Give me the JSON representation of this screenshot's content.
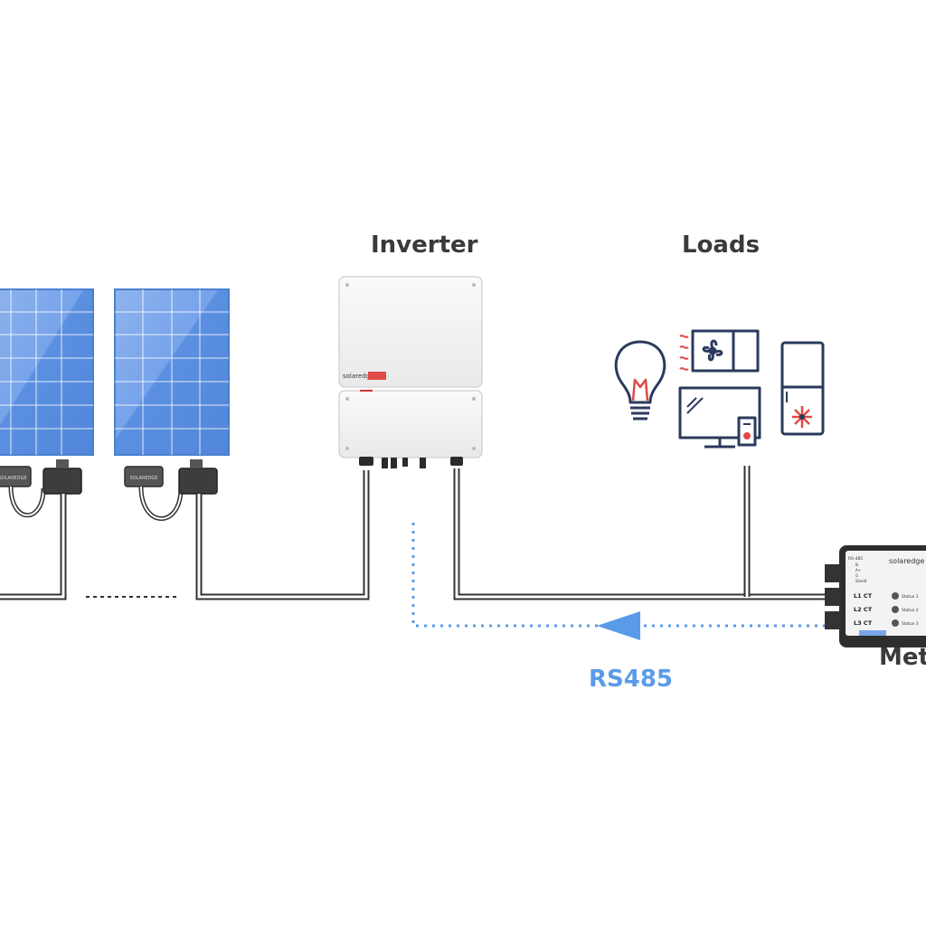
{
  "labels": {
    "inverter": "Inverter",
    "loads": "Loads",
    "rs485": "RS485",
    "meter": "Met"
  },
  "inverter": {
    "brand": "solaredge"
  },
  "optimizer": {
    "model": "SOLAREDGE"
  },
  "meter": {
    "brand": "solaredge",
    "port_label": "RS-485",
    "port_pins": [
      "B-",
      "A+",
      "G",
      "Shield"
    ],
    "ct_labels": [
      "L1 CT",
      "L2 CT",
      "L3 CT"
    ],
    "status_labels": [
      "Status 1",
      "Status 2",
      "Status 3"
    ]
  },
  "colors": {
    "panel": "#5b8fe0",
    "panel_light": "#8fb4ee",
    "cable": "#3b3b3b",
    "rs485": "#5a9be8",
    "load_icon": "#2b3a5c",
    "load_accent": "#e04a48",
    "inverter_body": "#f2f2f2"
  }
}
